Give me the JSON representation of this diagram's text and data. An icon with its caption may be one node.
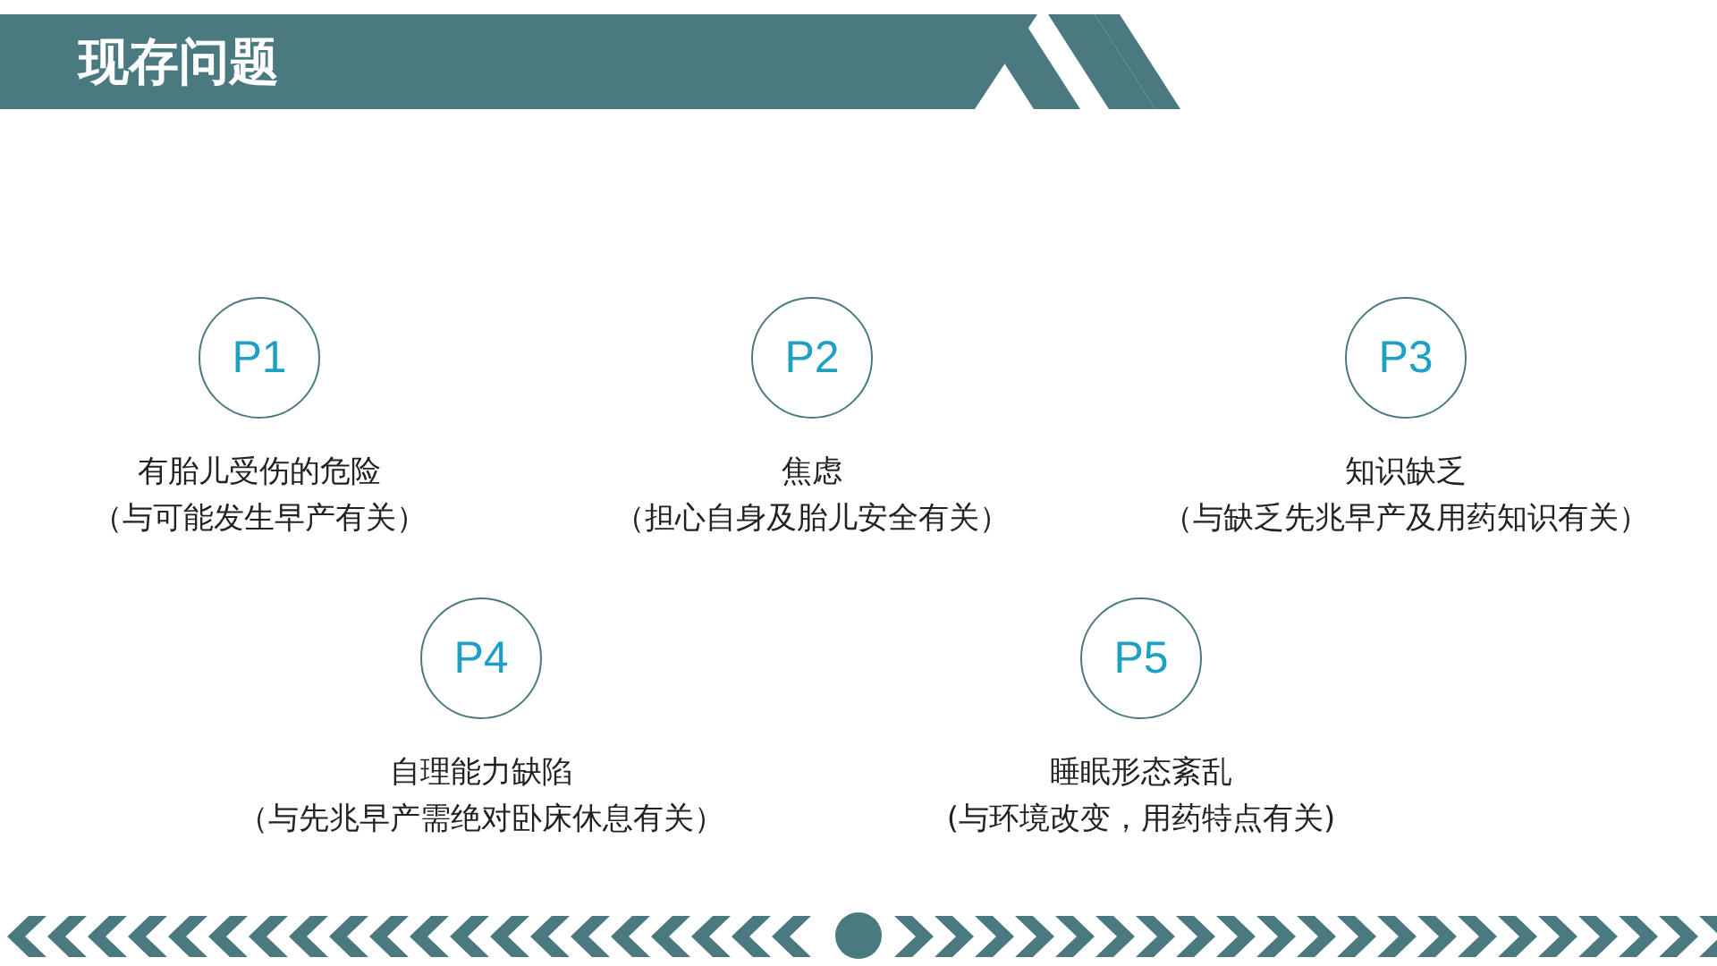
{
  "diagram": {
    "title": "现存问题",
    "nodes": [
      {
        "text": [
          "P1"
        ],
        "beside": [
          "有胎儿受伤的危险",
          "（与可能发生早产有关）"
        ]
      },
      {
        "text": [
          "P2"
        ],
        "beside": [
          "焦虑",
          "（担心自身及胎儿安全有关）"
        ]
      },
      {
        "text": [
          "P3"
        ],
        "beside": [
          "知识缺乏",
          "（与缺乏先兆早产及用药知识有关）"
        ]
      },
      {
        "text": [
          "P4"
        ],
        "beside": [
          "自理能力缺陷",
          "（与先兆早产需绝对卧床休息有关）"
        ]
      },
      {
        "text": [
          "P5"
        ],
        "beside": [
          "睡眠形态紊乱",
          "(与环境改变，用药特点有关)"
        ]
      }
    ],
    "edges": []
  }
}
